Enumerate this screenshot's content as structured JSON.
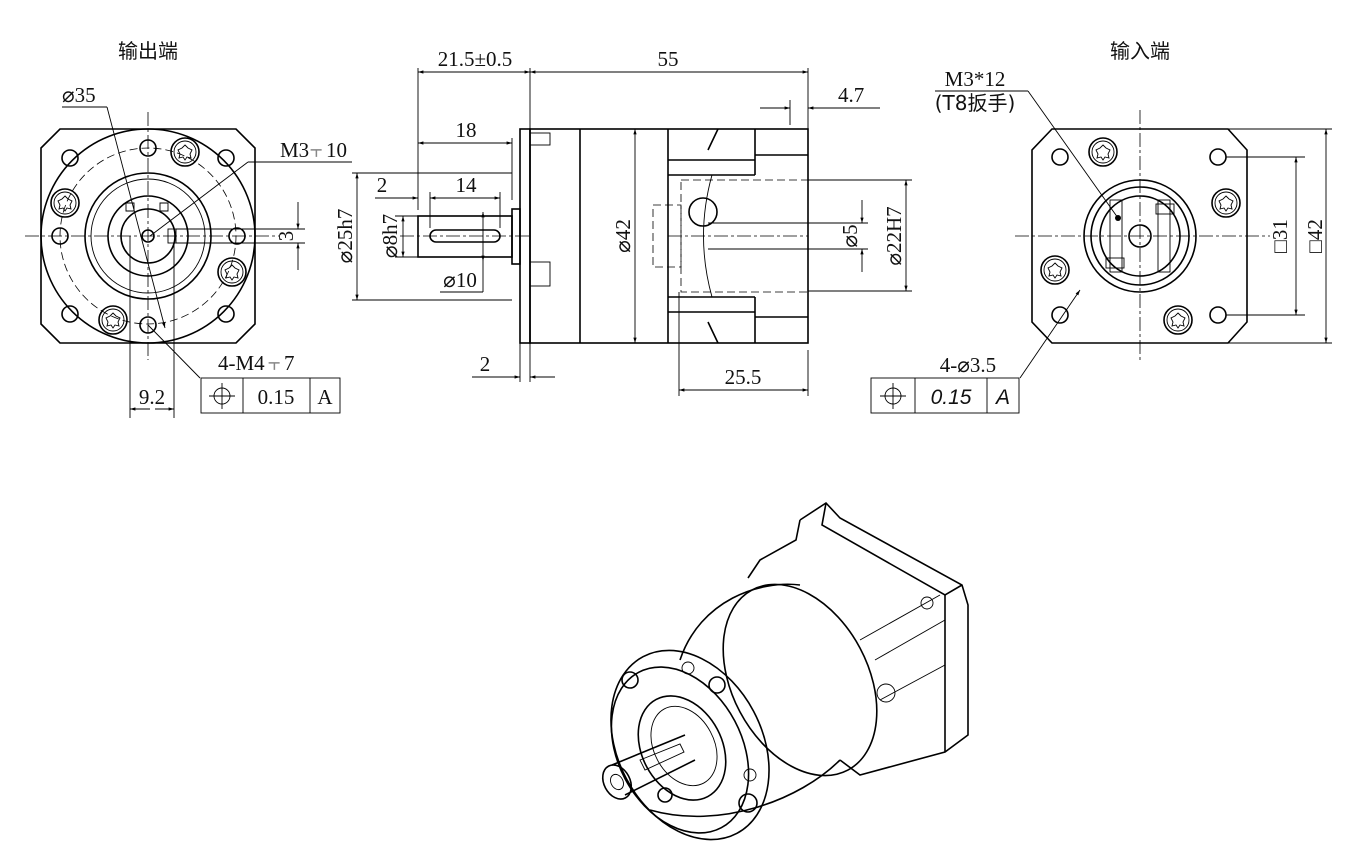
{
  "output_view": {
    "title": "输出端",
    "dia_bolt_circle": "⌀35",
    "center_thread": "M3",
    "center_thread_depth": "10",
    "key_offset": "3",
    "mount_holes": "4-M4",
    "mount_holes_depth": "7",
    "key_width": "9.2",
    "tolerance_frame": {
      "symbol": "position",
      "value": "0.15",
      "datum": "A"
    }
  },
  "side_view": {
    "shaft_protrusion": "21.5±0.5",
    "body_length": "55",
    "input_recess": "4.7",
    "shaft_length": "18",
    "key_offset": "2",
    "key_length": "14",
    "pilot_dia": "⌀25h7",
    "shaft_dia": "⌀8h7",
    "shoulder_dia": "⌀10",
    "flange_thickness": "2",
    "body_dia": "⌀42",
    "input_bore": "⌀5",
    "input_pilot": "⌀22H7",
    "input_depth": "25.5"
  },
  "input_view": {
    "title": "输入端",
    "clamp_screw": "M3*12",
    "clamp_tool": "(T8扳手)",
    "hole_spacing": "□31",
    "flange_size": "□42",
    "mount_holes": "4-⌀3.5",
    "tolerance_frame": {
      "symbol": "position",
      "value": "0.15",
      "datum": "A"
    }
  }
}
